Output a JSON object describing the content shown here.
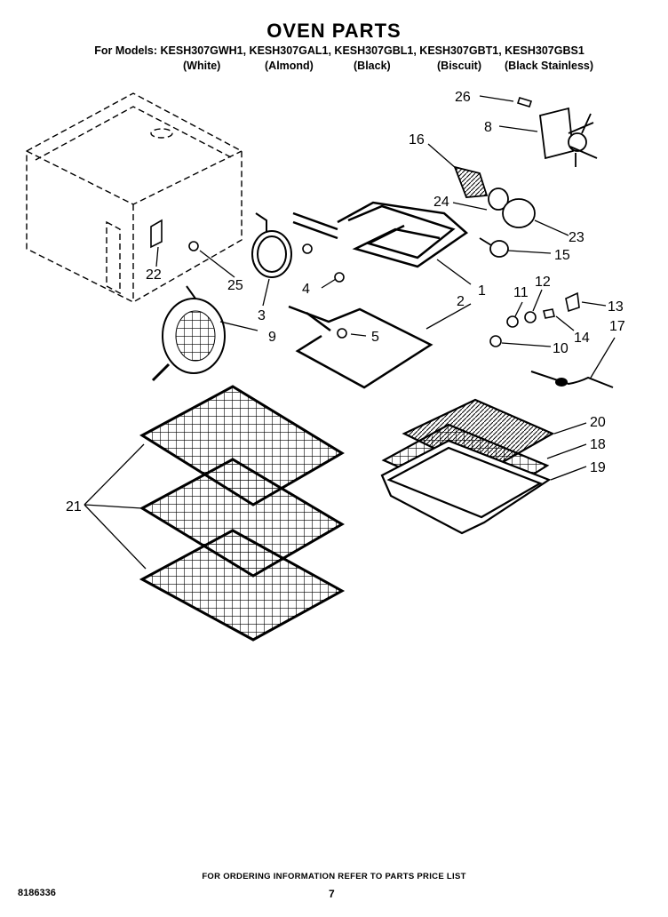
{
  "header": {
    "title": "OVEN PARTS",
    "models_line": "For Models: KESH307GWH1, KESH307GAL1, KESH307GBL1, KESH307GBT1, KESH307GBS1",
    "colors": [
      "(White)",
      "(Almond)",
      "(Black)",
      "(Biscuit)",
      "(Black Stainless)"
    ]
  },
  "callouts": [
    "1",
    "2",
    "3",
    "4",
    "5",
    "8",
    "9",
    "10",
    "11",
    "12",
    "13",
    "14",
    "15",
    "16",
    "17",
    "18",
    "19",
    "20",
    "21",
    "22",
    "23",
    "24",
    "25",
    "26"
  ],
  "footer": {
    "note": "FOR ORDERING INFORMATION REFER TO PARTS PRICE LIST",
    "doc_number": "8186336",
    "page_number": "7"
  }
}
